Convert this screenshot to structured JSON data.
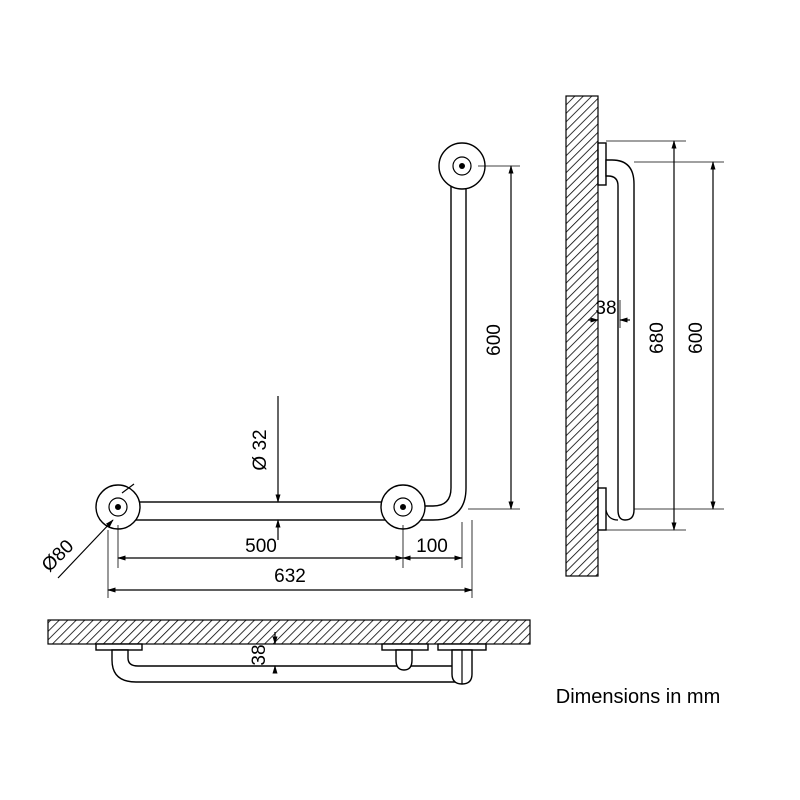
{
  "dimensions": {
    "diameter_flange": "Ø80",
    "diameter_tube": "Ø 32",
    "length_500": "500",
    "length_100": "100",
    "length_632": "632",
    "height_600_front": "600",
    "projection_38_side": "38",
    "height_680_side": "680",
    "height_600_side": "600",
    "projection_38_plan": "38"
  },
  "caption": "Dimensions in mm"
}
